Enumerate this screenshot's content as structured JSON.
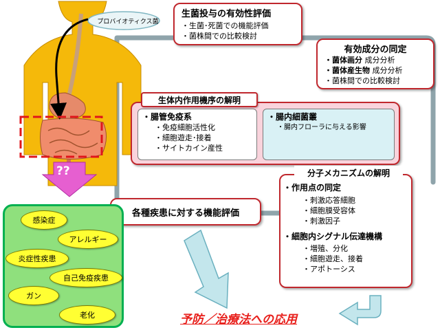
{
  "bacteria_label": "プロバイオティクス菌",
  "qq": "??",
  "box_effect": {
    "title": "生菌投与の有効性評価",
    "items": [
      "・生菌･死菌での機能評価",
      "・菌株間での比較検討"
    ]
  },
  "box_ingredient": {
    "title": "有効成分の同定",
    "items": [
      {
        "bold": "・菌体画分",
        "rest": " 成分分析"
      },
      {
        "bold": "・菌体産生物",
        "rest": " 成分分析"
      },
      {
        "bold": "",
        "rest": "・菌株間での比較検討"
      }
    ]
  },
  "box_mechanism": {
    "title": "生体内作用機序の解明",
    "immune_title": "・腸管免疫系",
    "immune_items": [
      "・免疫細胞活性化",
      "・細胞遊走･接着",
      "・サイトカイン産性"
    ],
    "flora_title": "・腸内細菌叢",
    "flora_items": [
      "・腸内フローラに与える影響"
    ]
  },
  "box_molecular": {
    "title": "分子メカニズムの解明",
    "action_title": "・作用点の同定",
    "action_items": [
      "・刺激応答細胞",
      "・細胞膜受容体",
      "・刺激因子"
    ],
    "signal_title": "・細胞内シグナル伝達機構",
    "signal_items": [
      "・増殖、分化",
      "・細胞遊走、接着",
      "・アポトーシス"
    ]
  },
  "box_disease_eval": {
    "title": "各種疾患に対する機能評価"
  },
  "diseases": [
    "感染症",
    "アレルギー",
    "炎症性疾患",
    "自己免疫疾患",
    "ガン",
    "老化"
  ],
  "conclusion": "予防／治療法への応用",
  "colors": {
    "body": "#f5b90a",
    "body_outline": "#c58a00",
    "accent_red": "#c0272d",
    "loop": "#8fa4ab",
    "arrow_cyan": "#c3e6ec",
    "arrow_cyan_edge": "#6ab0bf",
    "arrow_pink": "#e65fd0",
    "disease_panel": "#00b050",
    "disease_panel_bg": "#8fe07d",
    "mechanism_bg": "#f9d3dc",
    "flora_bg": "#d9f1f5",
    "conclusion_text": "#e8201c"
  }
}
